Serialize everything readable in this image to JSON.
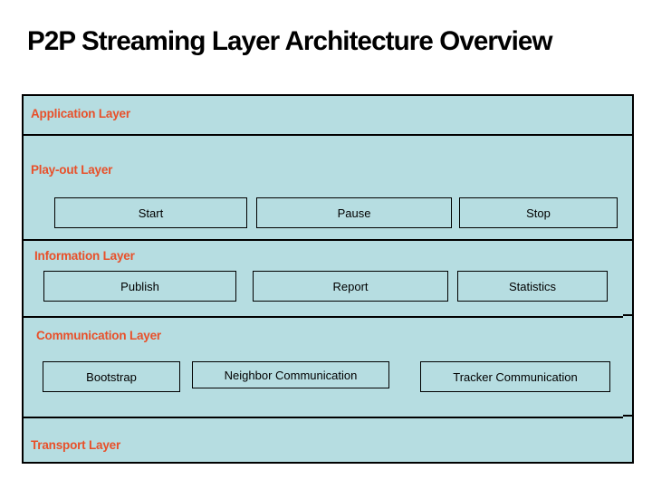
{
  "slide": {
    "title": "P2P Streaming Layer Architecture Overview",
    "background_color": "#ffffff",
    "panel_fill_color": "#b6dde1",
    "border_color": "#000000",
    "layer_label_color": "#e8502a",
    "component_text_color": "#000000"
  },
  "architecture": {
    "layers": [
      {
        "id": "application",
        "label": "Application Layer",
        "components": []
      },
      {
        "id": "play-out",
        "label": "Play-out Layer",
        "components": [
          {
            "label": "Start"
          },
          {
            "label": "Pause"
          },
          {
            "label": "Stop"
          }
        ]
      },
      {
        "id": "information",
        "label": "Information Layer",
        "components": [
          {
            "label": "Publish"
          },
          {
            "label": "Report"
          },
          {
            "label": "Statistics"
          }
        ]
      },
      {
        "id": "communication",
        "label": "Communication Layer",
        "components": [
          {
            "label": "Bootstrap"
          },
          {
            "label": "Neighbor Communication"
          },
          {
            "label": "Tracker Communication"
          }
        ]
      },
      {
        "id": "transport",
        "label": "Transport Layer",
        "components": []
      }
    ]
  }
}
